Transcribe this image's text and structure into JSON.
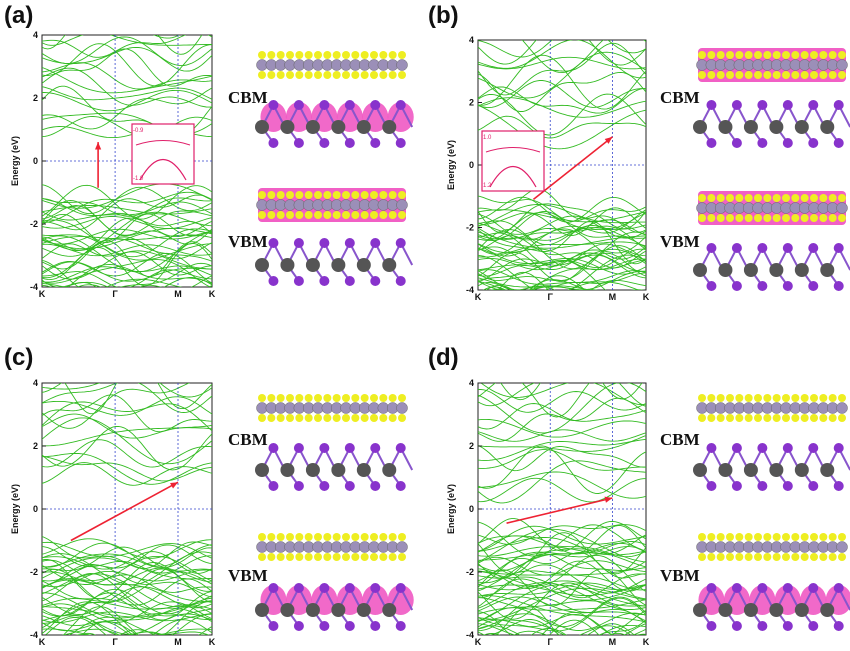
{
  "figure": {
    "panels": [
      {
        "id": "a",
        "label": "(a)",
        "inset_ticks": [
          "-0.9",
          "-1.0"
        ]
      },
      {
        "id": "b",
        "label": "(b)",
        "inset_ticks": [
          "1.0",
          "1.2"
        ]
      },
      {
        "id": "c",
        "label": "(c)",
        "inset_ticks": []
      },
      {
        "id": "d",
        "label": "(d)",
        "inset_ticks": []
      }
    ],
    "cbm_label": "CBM",
    "vbm_label": "VBM"
  },
  "chart_data": [
    {
      "type": "line",
      "panel": "a",
      "ylabel": "Energy (eV)",
      "ylim": [
        -4,
        4
      ],
      "yticks": [
        -4,
        -2,
        0,
        2,
        4
      ],
      "xticks": [
        "K",
        "Γ",
        "M",
        "K"
      ],
      "gap_type": "direct",
      "arrow_from": [
        0.33,
        -0.85
      ],
      "arrow_to": [
        0.33,
        0.6
      ]
    },
    {
      "type": "line",
      "panel": "b",
      "ylabel": "Energy (eV)",
      "ylim": [
        -4,
        4
      ],
      "yticks": [
        -4,
        -2,
        0,
        2,
        4
      ],
      "xticks": [
        "K",
        "Γ",
        "M",
        "K"
      ],
      "gap_type": "indirect",
      "arrow_from": [
        0.33,
        -1.1
      ],
      "arrow_to": [
        0.8,
        0.9
      ]
    },
    {
      "type": "line",
      "panel": "c",
      "ylabel": "Energy (eV)",
      "ylim": [
        -4,
        4
      ],
      "yticks": [
        -4,
        -2,
        0,
        2,
        4
      ],
      "xticks": [
        "K",
        "Γ",
        "M",
        "K"
      ],
      "gap_type": "indirect",
      "arrow_from": [
        0.17,
        -1.0
      ],
      "arrow_to": [
        0.8,
        0.85
      ]
    },
    {
      "type": "line",
      "panel": "d",
      "ylabel": "Energy (eV)",
      "ylim": [
        -4,
        4
      ],
      "yticks": [
        -4,
        -2,
        0,
        2,
        4
      ],
      "xticks": [
        "K",
        "Γ",
        "M",
        "K"
      ],
      "gap_type": "indirect",
      "arrow_from": [
        0.17,
        -0.45
      ],
      "arrow_to": [
        0.8,
        0.35
      ]
    }
  ],
  "colors": {
    "bands": "#33bb22",
    "grid": "#3344cc",
    "arrow": "#ee2233",
    "inset": "#e0206a",
    "iso_pink": "#ee44bb",
    "iso_yellow": "#eeee22",
    "atom_gray": "#555555",
    "atom_purple": "#8833cc"
  }
}
